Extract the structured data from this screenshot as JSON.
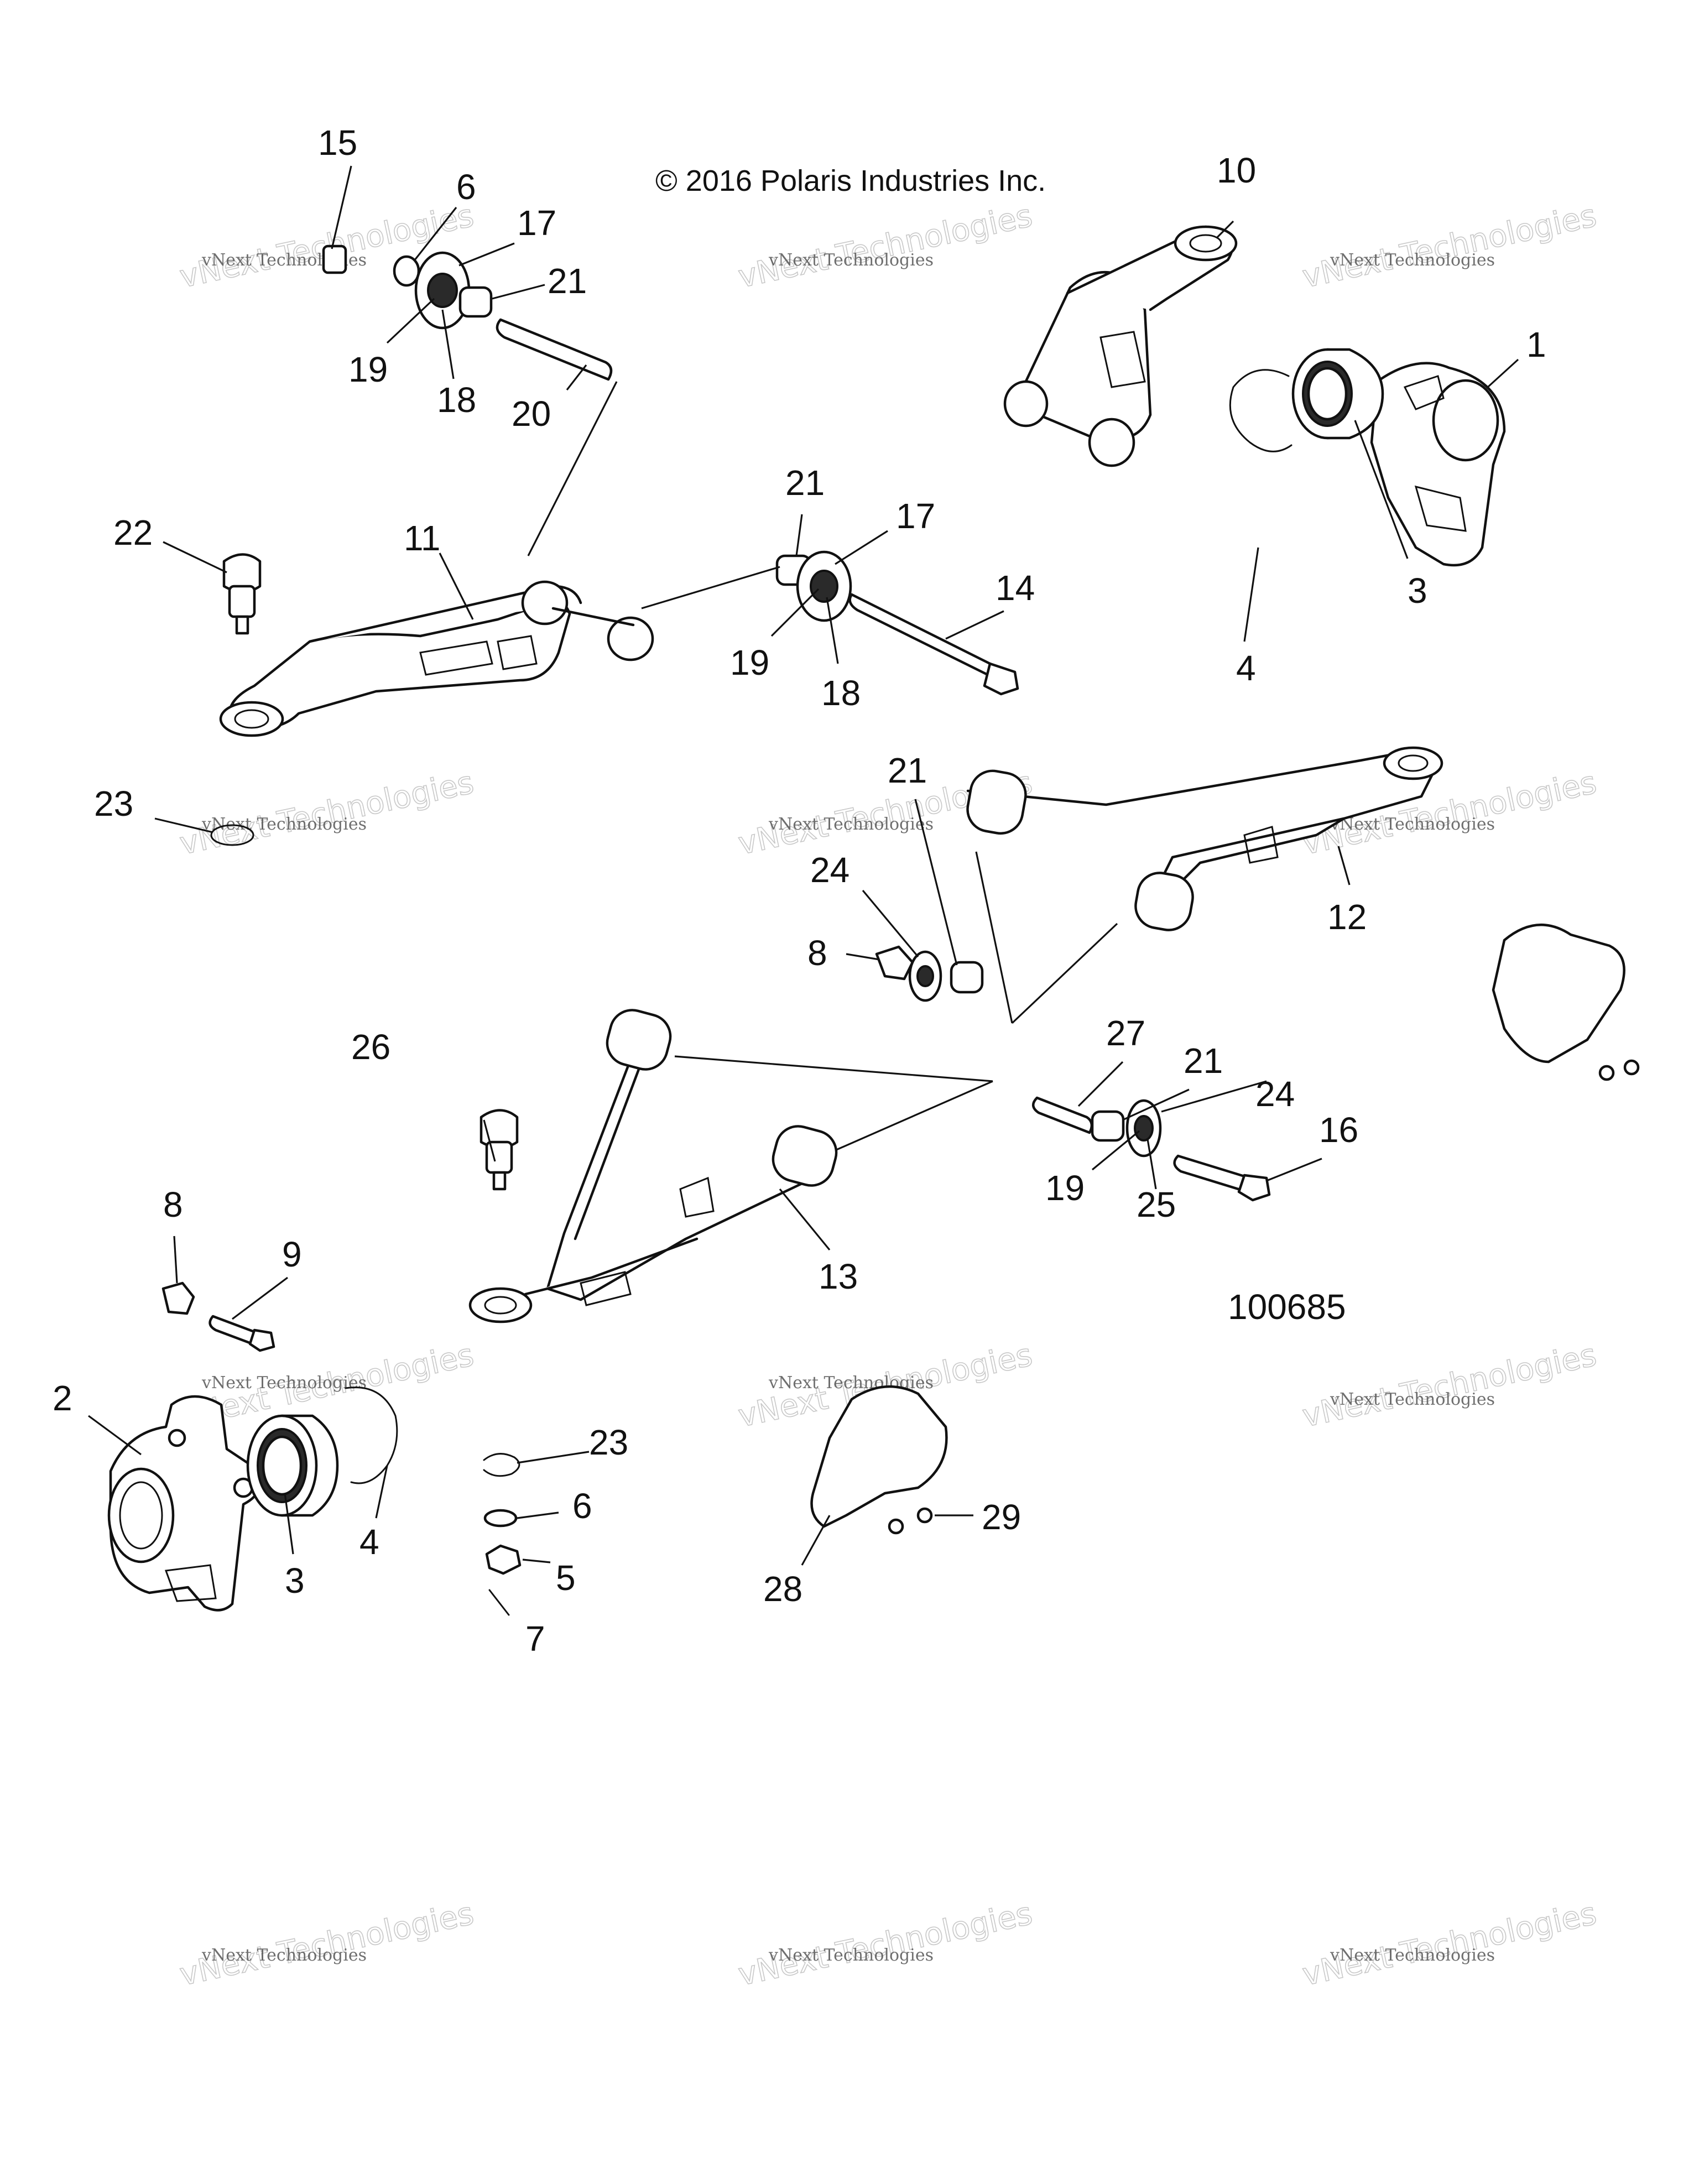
{
  "copyright": "© 2016 Polaris Industries Inc.",
  "figure_number": "100685",
  "watermark": {
    "line1": "vNext Technologies",
    "line2": "vNext Technologies"
  },
  "callouts": {
    "c1": "1",
    "c2": "2",
    "c3a": "3",
    "c3b": "3",
    "c4a": "4",
    "c4b": "4",
    "c5": "5",
    "c6a": "6",
    "c6b": "6",
    "c7": "7",
    "c8a": "8",
    "c8b": "8",
    "c9": "9",
    "c10": "10",
    "c11": "11",
    "c12": "12",
    "c13": "13",
    "c14": "14",
    "c15": "15",
    "c16": "16",
    "c17a": "17",
    "c17b": "17",
    "c18a": "18",
    "c18b": "18",
    "c19a": "19",
    "c19b": "19",
    "c19c": "19",
    "c20": "20",
    "c21a": "21",
    "c21b": "21",
    "c21c": "21",
    "c21d": "21",
    "c22": "22",
    "c23a": "23",
    "c23b": "23",
    "c24a": "24",
    "c24b": "24",
    "c25": "25",
    "c26": "26",
    "c27": "27",
    "c28": "28",
    "c29": "29"
  }
}
